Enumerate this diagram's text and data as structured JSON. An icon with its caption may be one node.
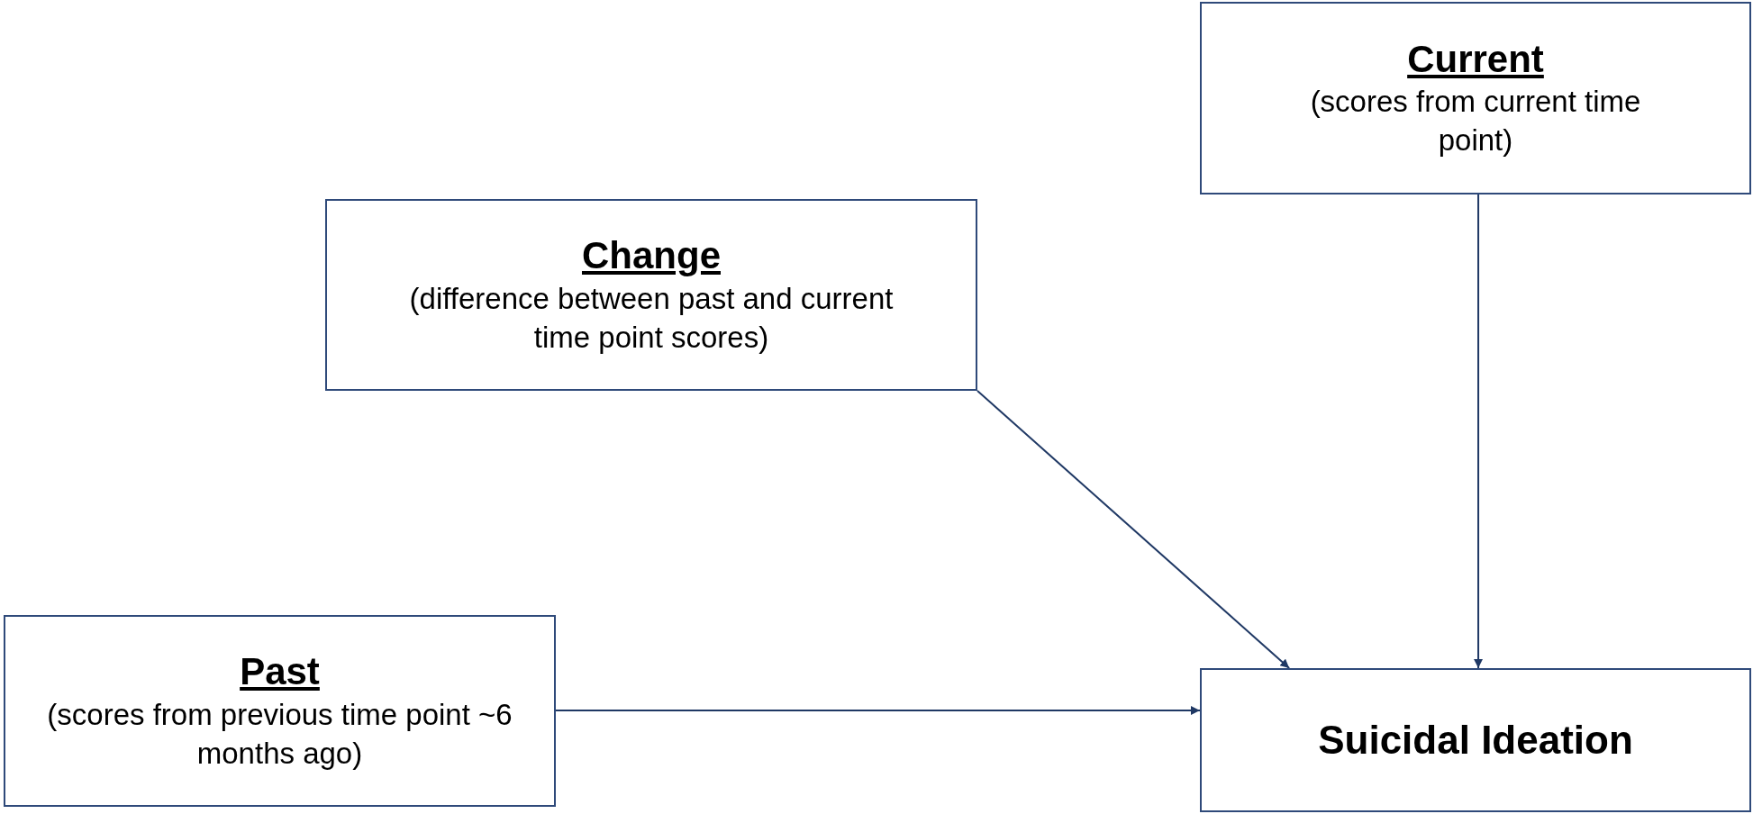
{
  "diagram": {
    "nodes": [
      {
        "text": [
          "Current",
          "(scores from current time point)"
        ]
      },
      {
        "text": [
          "Change",
          "(difference between past and current time point scores)"
        ]
      },
      {
        "text": [
          "Past",
          "(scores from previous time point ~6 months ago)"
        ]
      },
      {
        "text": [
          "Suicidal Ideation"
        ]
      }
    ],
    "edges": [
      {
        "from": 0,
        "to": 3,
        "arrow": "to"
      },
      {
        "from": 1,
        "to": 3,
        "arrow": "to"
      },
      {
        "from": 2,
        "to": 3,
        "arrow": "to"
      }
    ]
  }
}
